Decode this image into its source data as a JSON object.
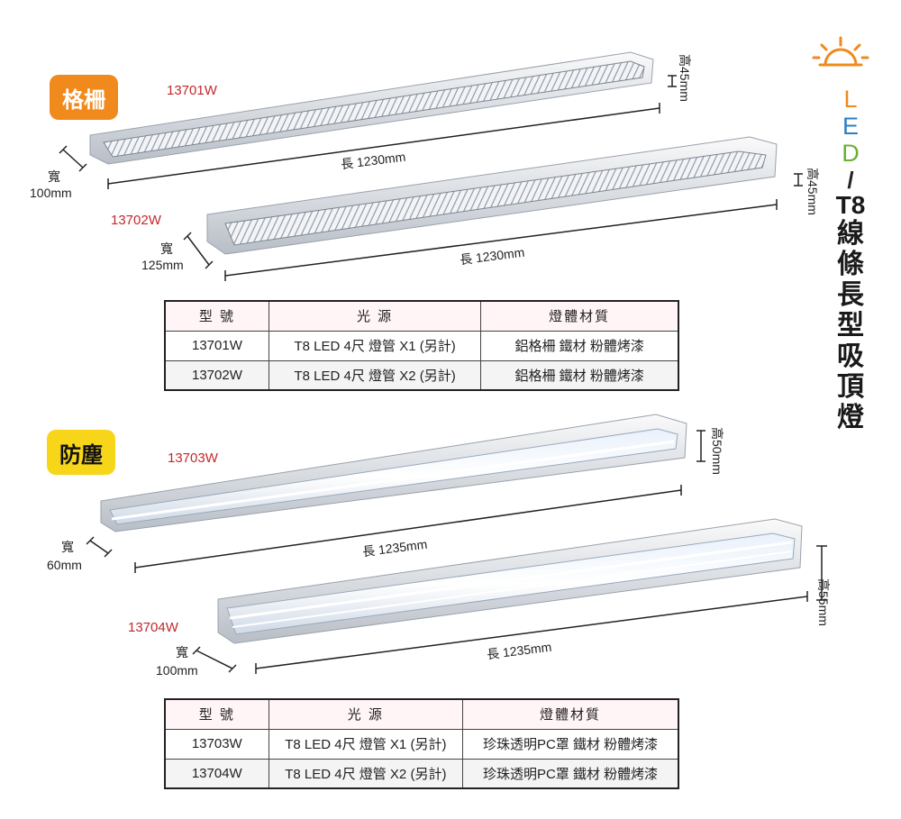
{
  "title": {
    "led": [
      "L",
      "E",
      "D"
    ],
    "slash": "/",
    "t8": "T8",
    "rest": [
      "線",
      "條",
      "長",
      "型",
      "吸",
      "頂",
      "燈"
    ]
  },
  "colors": {
    "grille_badge": "#f08a1c",
    "dust_badge": "#f7d61a",
    "model_red": "#c4282c",
    "led_L": "#f08a1c",
    "led_E": "#2d7fc1",
    "led_D": "#6ab033"
  },
  "sections": {
    "grille": {
      "badge": "格柵",
      "products": [
        {
          "code": "13701W",
          "width": "寬\n100mm",
          "width_label": "寬",
          "width_value": "100mm",
          "length": "長 1230mm",
          "height": "高45mm"
        },
        {
          "code": "13702W",
          "width_label": "寬",
          "width_value": "125mm",
          "length": "長 1230mm",
          "height": "高45mm"
        }
      ],
      "table": {
        "headers": [
          "型 號",
          "光 源",
          "燈體材質"
        ],
        "rows": [
          [
            "13701W",
            "T8 LED 4尺 燈管  X1 (另計)",
            "鋁格柵 鐵材 粉體烤漆"
          ],
          [
            "13702W",
            "T8 LED 4尺 燈管  X2 (另計)",
            "鋁格柵 鐵材 粉體烤漆"
          ]
        ]
      }
    },
    "dust": {
      "badge": "防塵",
      "products": [
        {
          "code": "13703W",
          "width_label": "寬",
          "width_value": "60mm",
          "length": "長 1235mm",
          "height": "高50mm"
        },
        {
          "code": "13704W",
          "width_label": "寬",
          "width_value": "100mm",
          "length": "長 1235mm",
          "height": "高55mm"
        }
      ],
      "table": {
        "headers": [
          "型 號",
          "光 源",
          "燈體材質"
        ],
        "rows": [
          [
            "13703W",
            "T8 LED 4尺 燈管  X1 (另計)",
            "珍珠透明PC罩 鐵材 粉體烤漆"
          ],
          [
            "13704W",
            "T8 LED 4尺 燈管  X2 (另計)",
            "珍珠透明PC罩 鐵材 粉體烤漆"
          ]
        ]
      }
    }
  }
}
